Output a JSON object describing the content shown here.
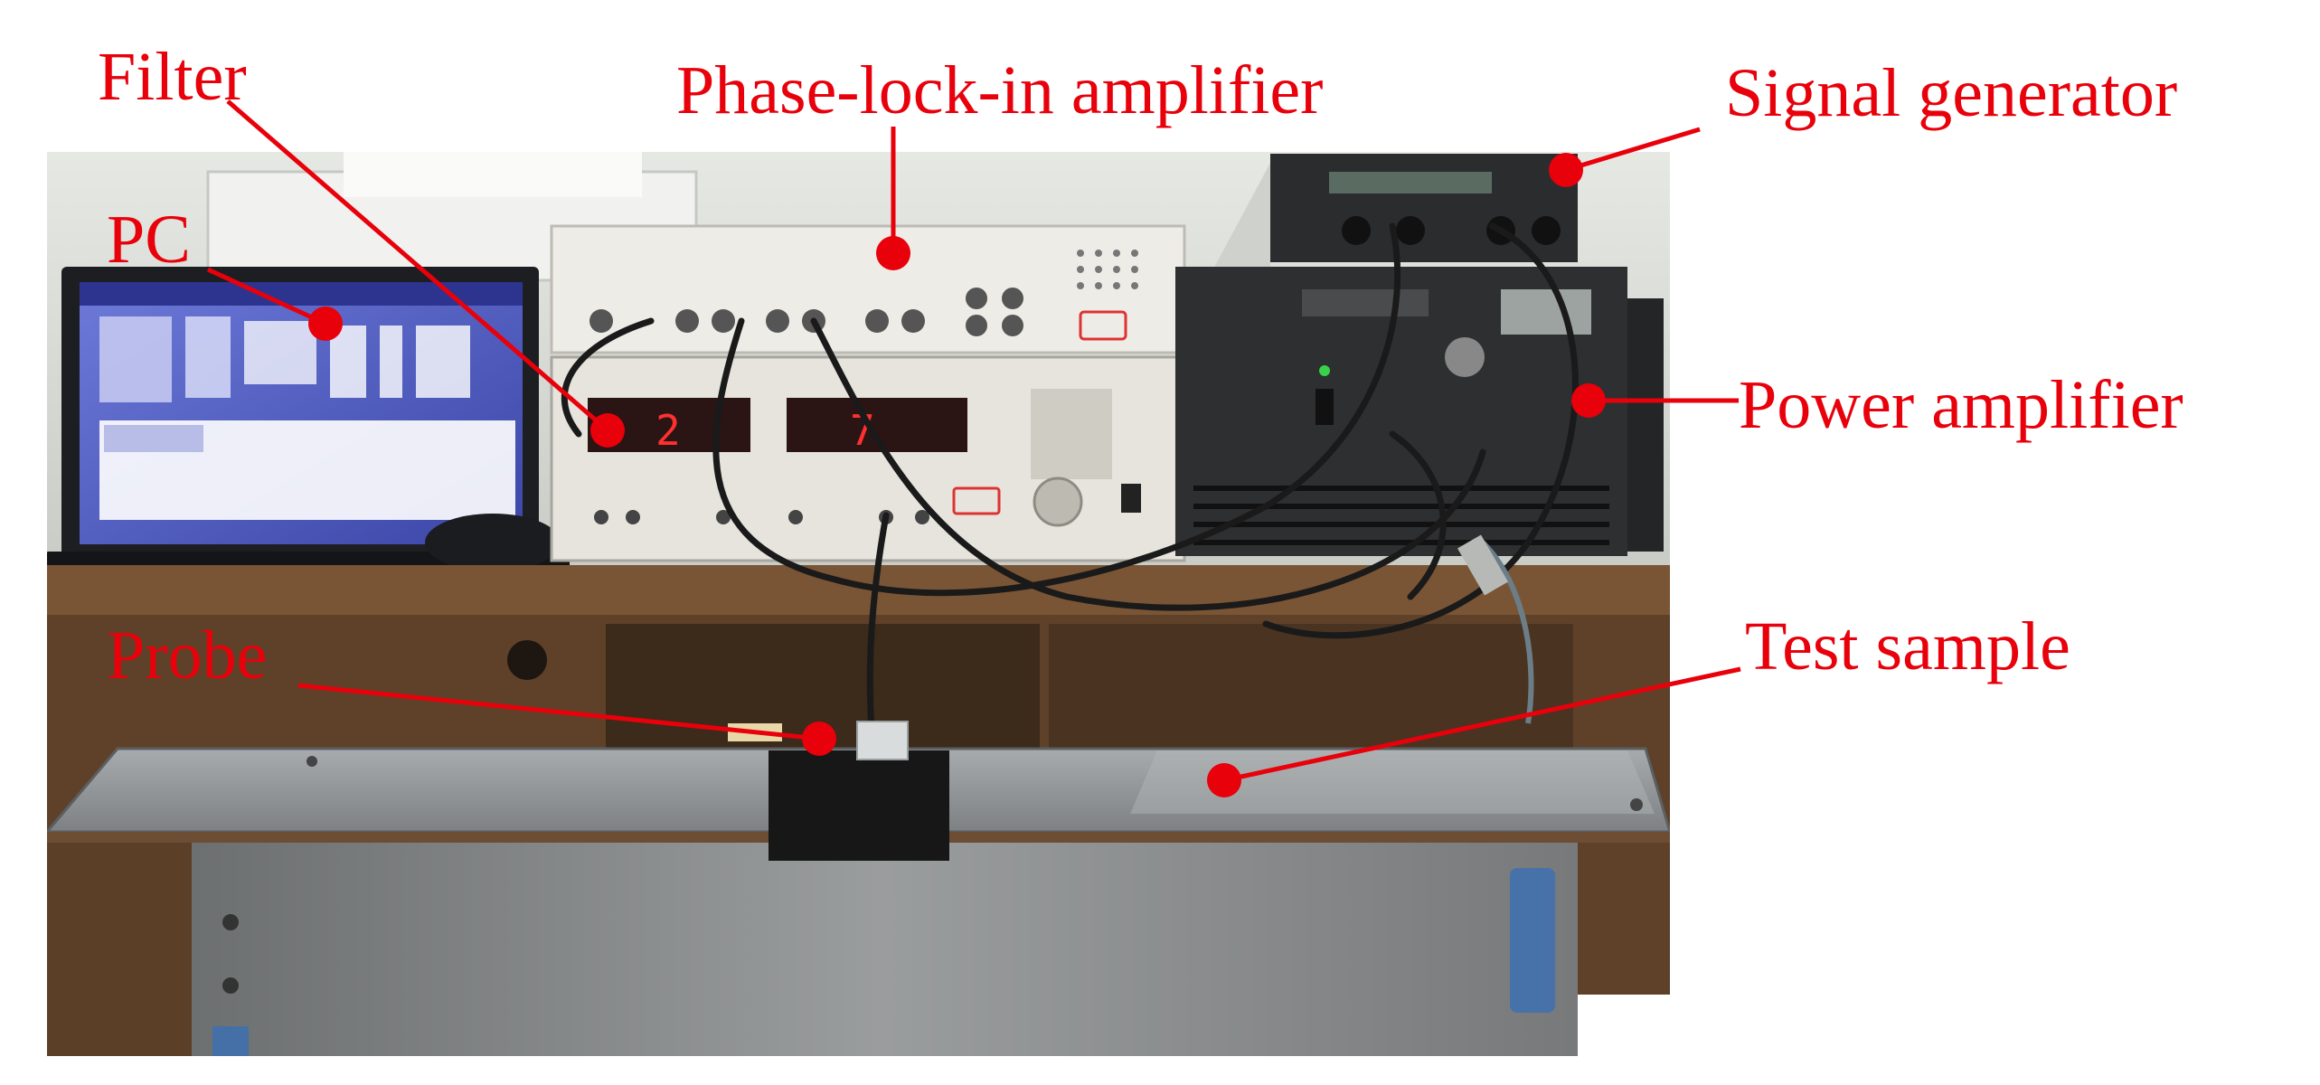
{
  "colors": {
    "annotation": "#e8000b",
    "wall": "#d9dcd6",
    "desk_wood": "#6b4a2e",
    "plate": "#8e9294",
    "instrument_panel": "#e8e6df",
    "dark_instrument": "#2a2b2c",
    "display_red": "#ff3030"
  },
  "labels": {
    "filter": "Filter",
    "phase_lock_in_amplifier": "Phase-lock-in amplifier",
    "signal_generator": "Signal generator",
    "pc": "PC",
    "power_amplifier": "Power amplifier",
    "probe": "Probe",
    "test_sample": "Test sample"
  },
  "display": {
    "left_digit": "2",
    "right_digit": "7"
  }
}
